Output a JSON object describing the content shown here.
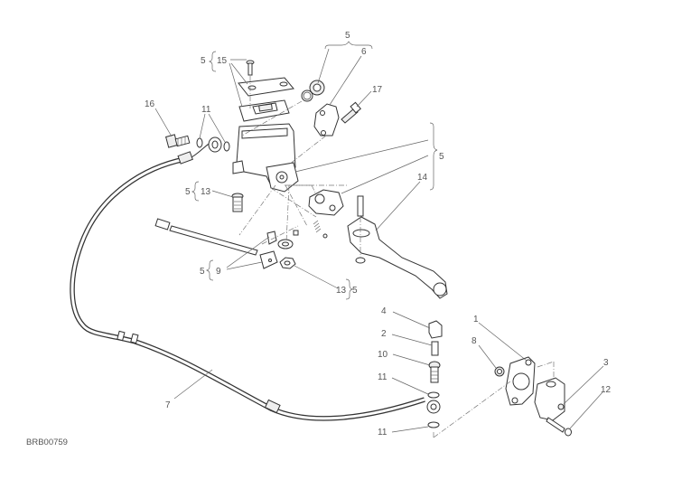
{
  "diagram": {
    "title": "Clutch master cylinder exploded view",
    "drawing_code": "BRB00759",
    "callouts": {
      "c1": "1",
      "c2": "2",
      "c3": "3",
      "c4": "4",
      "c5_top": "5",
      "c5_15": "5",
      "c15": "15",
      "c6": "6",
      "c17": "17",
      "c16": "16",
      "c11_top": "11",
      "c5_right": "5",
      "c14": "14",
      "c5_13": "5",
      "c13_left": "13",
      "c5_9": "5",
      "c9": "9",
      "c13_right": "13",
      "c5_13r": "5",
      "c10": "10",
      "c11_mid": "11",
      "c11_bot": "11",
      "c8": "8",
      "c12": "12",
      "c7": "7"
    }
  }
}
